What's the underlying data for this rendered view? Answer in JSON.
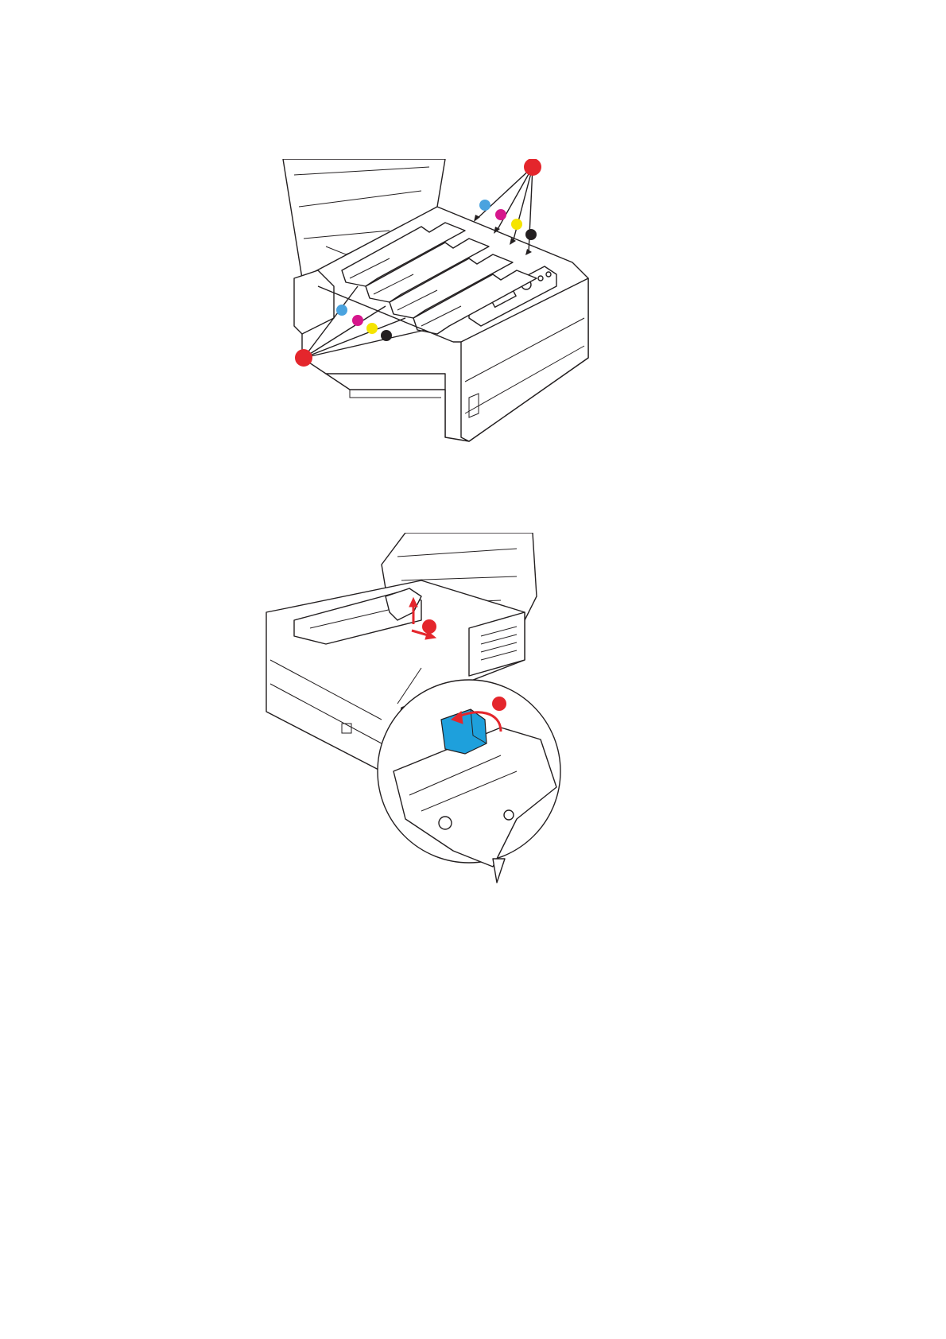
{
  "page": {
    "background": "#ffffff"
  },
  "figures": [
    {
      "name": "printer-open-toner-locations",
      "callouts": {
        "main_marker_color": "#e4262c",
        "toner_dots": [
          {
            "color_name": "cyan",
            "hex": "#4aa3df"
          },
          {
            "color_name": "magenta",
            "hex": "#d6168c"
          },
          {
            "color_name": "yellow",
            "hex": "#f5e400"
          },
          {
            "color_name": "black",
            "hex": "#231f20"
          }
        ]
      }
    },
    {
      "name": "image-drum-removal-detail",
      "callouts": {
        "marker_color": "#e4262c",
        "lever_color": "#1ea0dc",
        "arrow_color": "#e4262c"
      }
    }
  ]
}
